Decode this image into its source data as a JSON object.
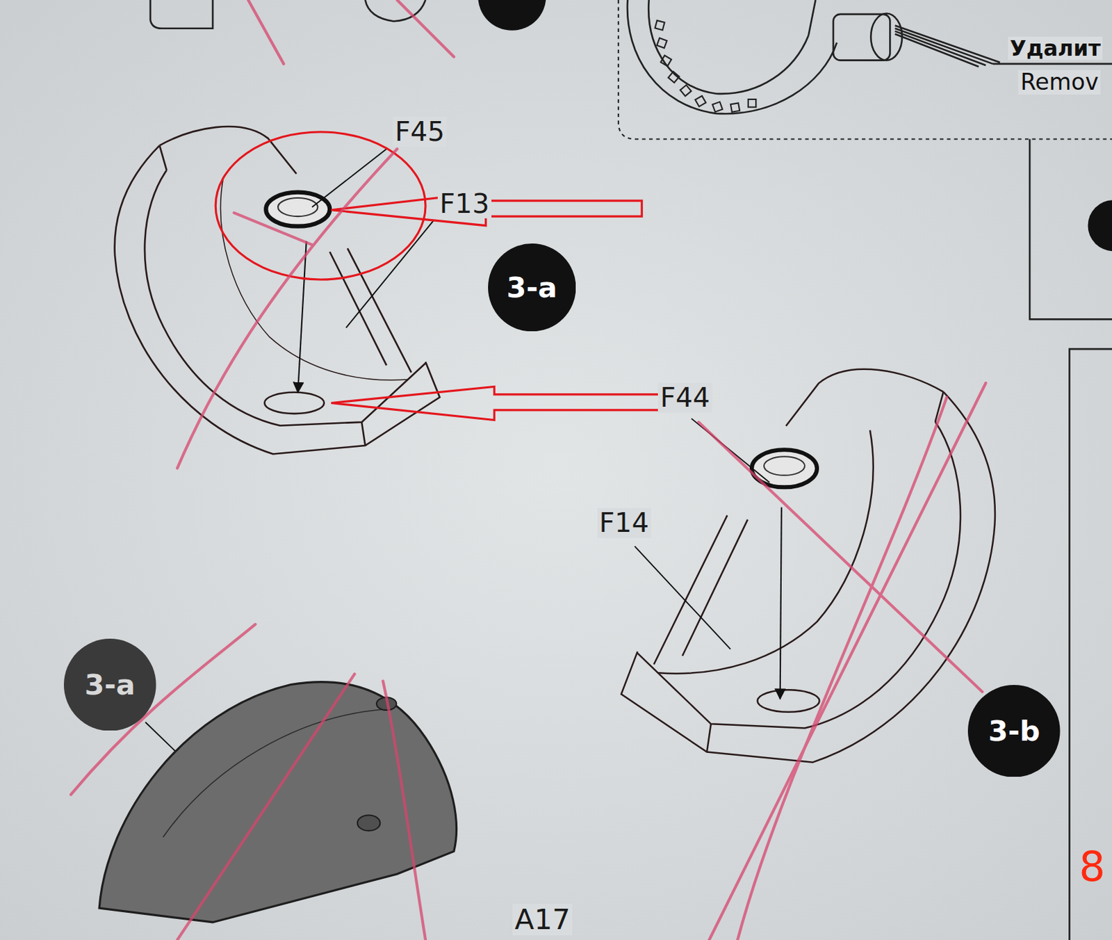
{
  "diagram": {
    "nodes": [
      {
        "text": [
          "3-a"
        ]
      },
      {
        "text": [
          "3-a"
        ]
      },
      {
        "text": [
          "3-b"
        ]
      }
    ],
    "labels": [
      "F45",
      "F13",
      "F44",
      "F14",
      "A17",
      "Удалит",
      "Remov",
      "8"
    ]
  }
}
